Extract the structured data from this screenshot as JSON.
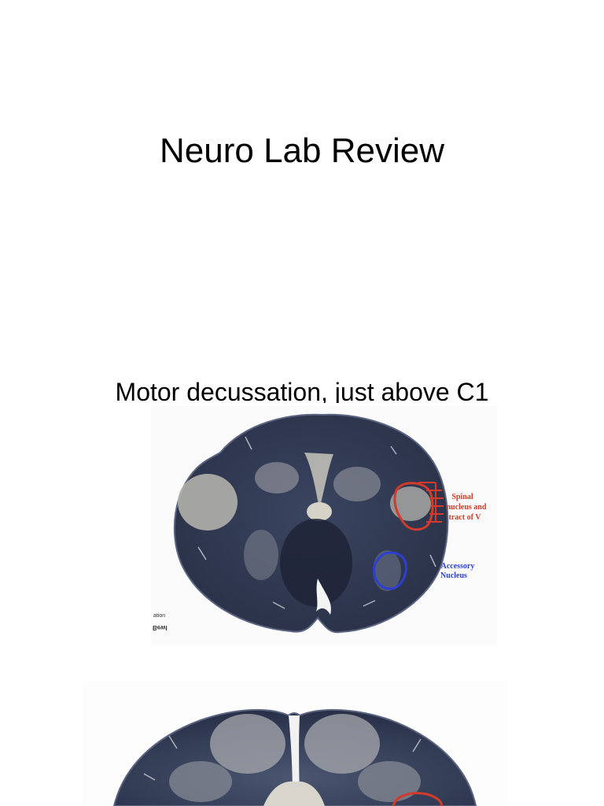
{
  "slide1": {
    "title": "Neuro Lab Review"
  },
  "slide2": {
    "title": "Motor decussation, just above C1",
    "labels": {
      "spinal": "Spinal nucleus and tract of V",
      "spinal_line1": "Spinal",
      "spinal_line2": "nucleus and",
      "spinal_line3": "tract of V",
      "accessory_line1": "Accessory",
      "accessory_line2": "Nucleus"
    },
    "fragments": {
      "caption_fragment": "ation",
      "caption_mirrored": "Bewl"
    },
    "annotation_colors": {
      "spinal": "#d23a2a",
      "accessory": "#2b3fd0"
    }
  },
  "slide3": {}
}
